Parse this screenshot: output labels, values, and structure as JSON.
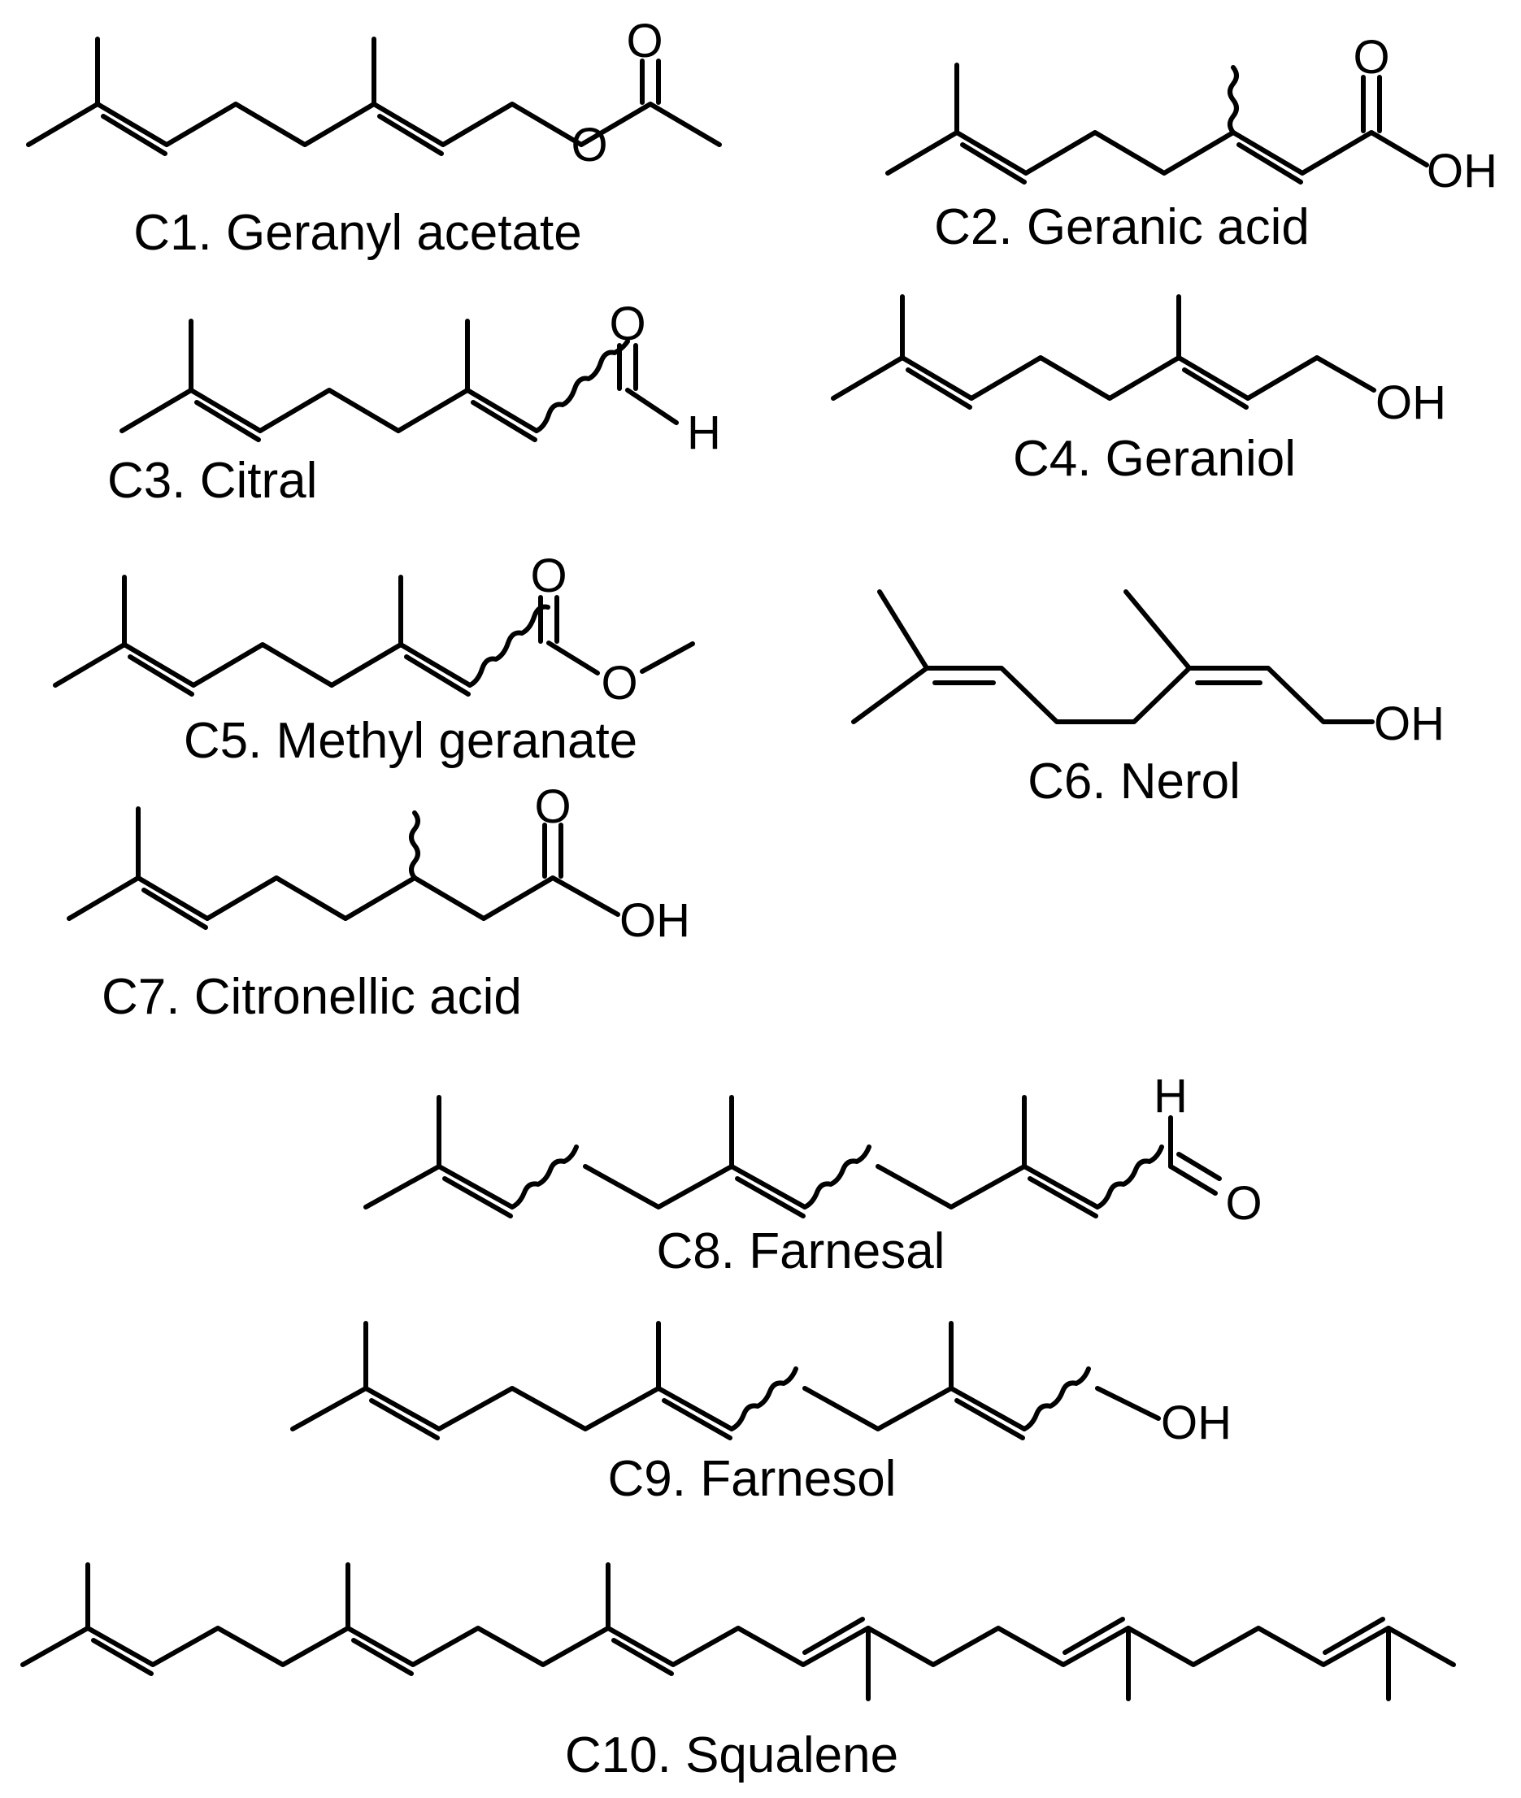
{
  "compounds": [
    {
      "name": "C1. Geranyl acetate",
      "atoms": [
        "O",
        "O"
      ]
    },
    {
      "name": "C2. Geranic acid",
      "atoms": [
        "O",
        "OH"
      ]
    },
    {
      "name": "C3. Citral",
      "atoms": [
        "O",
        "H"
      ]
    },
    {
      "name": "C4. Geraniol",
      "atoms": [
        "OH"
      ]
    },
    {
      "name": "C5. Methyl geranate",
      "atoms": [
        "O",
        "O"
      ]
    },
    {
      "name": "C6. Nerol",
      "atoms": [
        "OH"
      ]
    },
    {
      "name": "C7. Citronellic acid",
      "atoms": [
        "O",
        "OH"
      ]
    },
    {
      "name": "C8. Farnesal",
      "atoms": [
        "H",
        "O"
      ]
    },
    {
      "name": "C9. Farnesol",
      "atoms": [
        "OH"
      ]
    },
    {
      "name": "C10. Squalene",
      "atoms": []
    }
  ]
}
